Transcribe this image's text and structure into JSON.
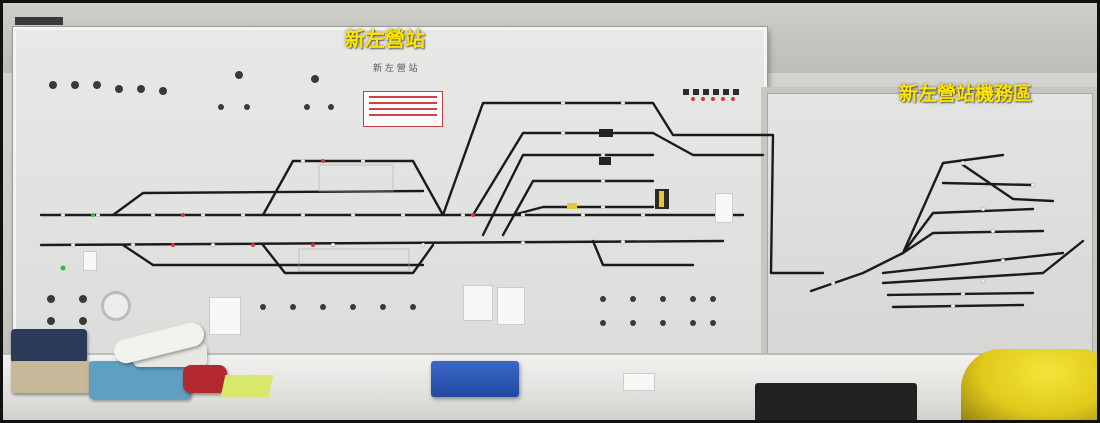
{
  "labels": {
    "main_station": "新左營站",
    "depot": "新左營站機務區",
    "panel_caption": "新 左 營 站"
  },
  "colors": {
    "label_yellow": "#ffe600",
    "track_black": "#1b1b1b",
    "lamp_white": "#f4f4f4",
    "lamp_red": "#d23a3a",
    "lamp_green": "#3ab54a",
    "binder_blue": "#2a56b4",
    "chair_yellow": "#f0dc2a"
  },
  "icons": {
    "telephone": "telephone-icon",
    "red_phone": "red-telephone-icon",
    "blue_binder": "binder-icon",
    "chair": "chair-icon"
  }
}
